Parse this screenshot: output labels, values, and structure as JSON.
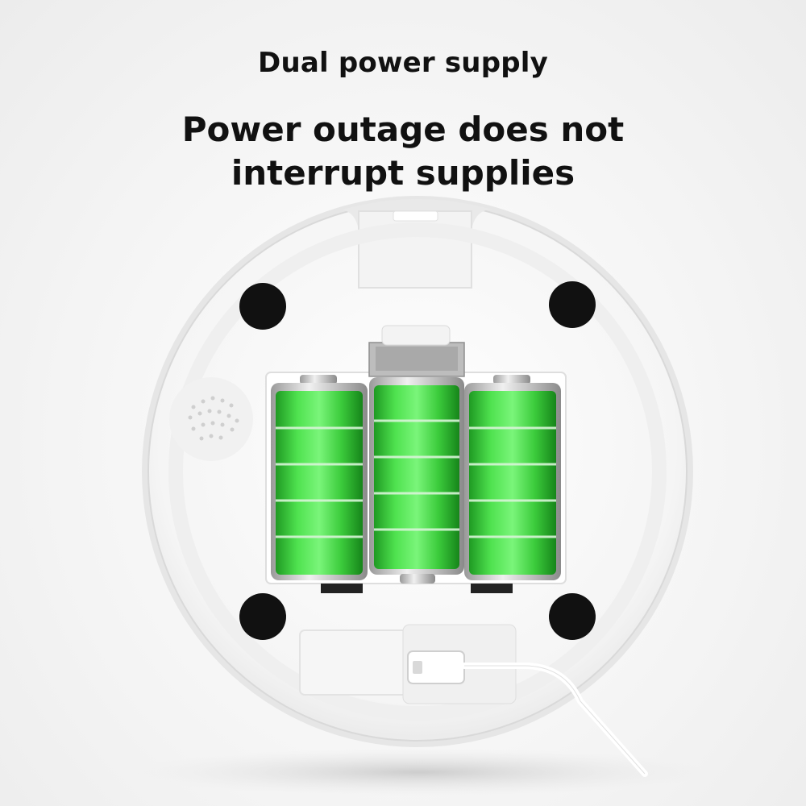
{
  "headline": {
    "subtitle": "Dual power supply",
    "title_line1": "Power outage does not",
    "title_line2": "interrupt supplies"
  },
  "colors": {
    "battery_green": "#3fd43f",
    "device_white": "#ffffff",
    "text": "#111111"
  },
  "illustration": {
    "battery_count": 3,
    "icons": [
      "battery-icon",
      "usb-cable-icon",
      "rubber-foot-icon"
    ]
  }
}
